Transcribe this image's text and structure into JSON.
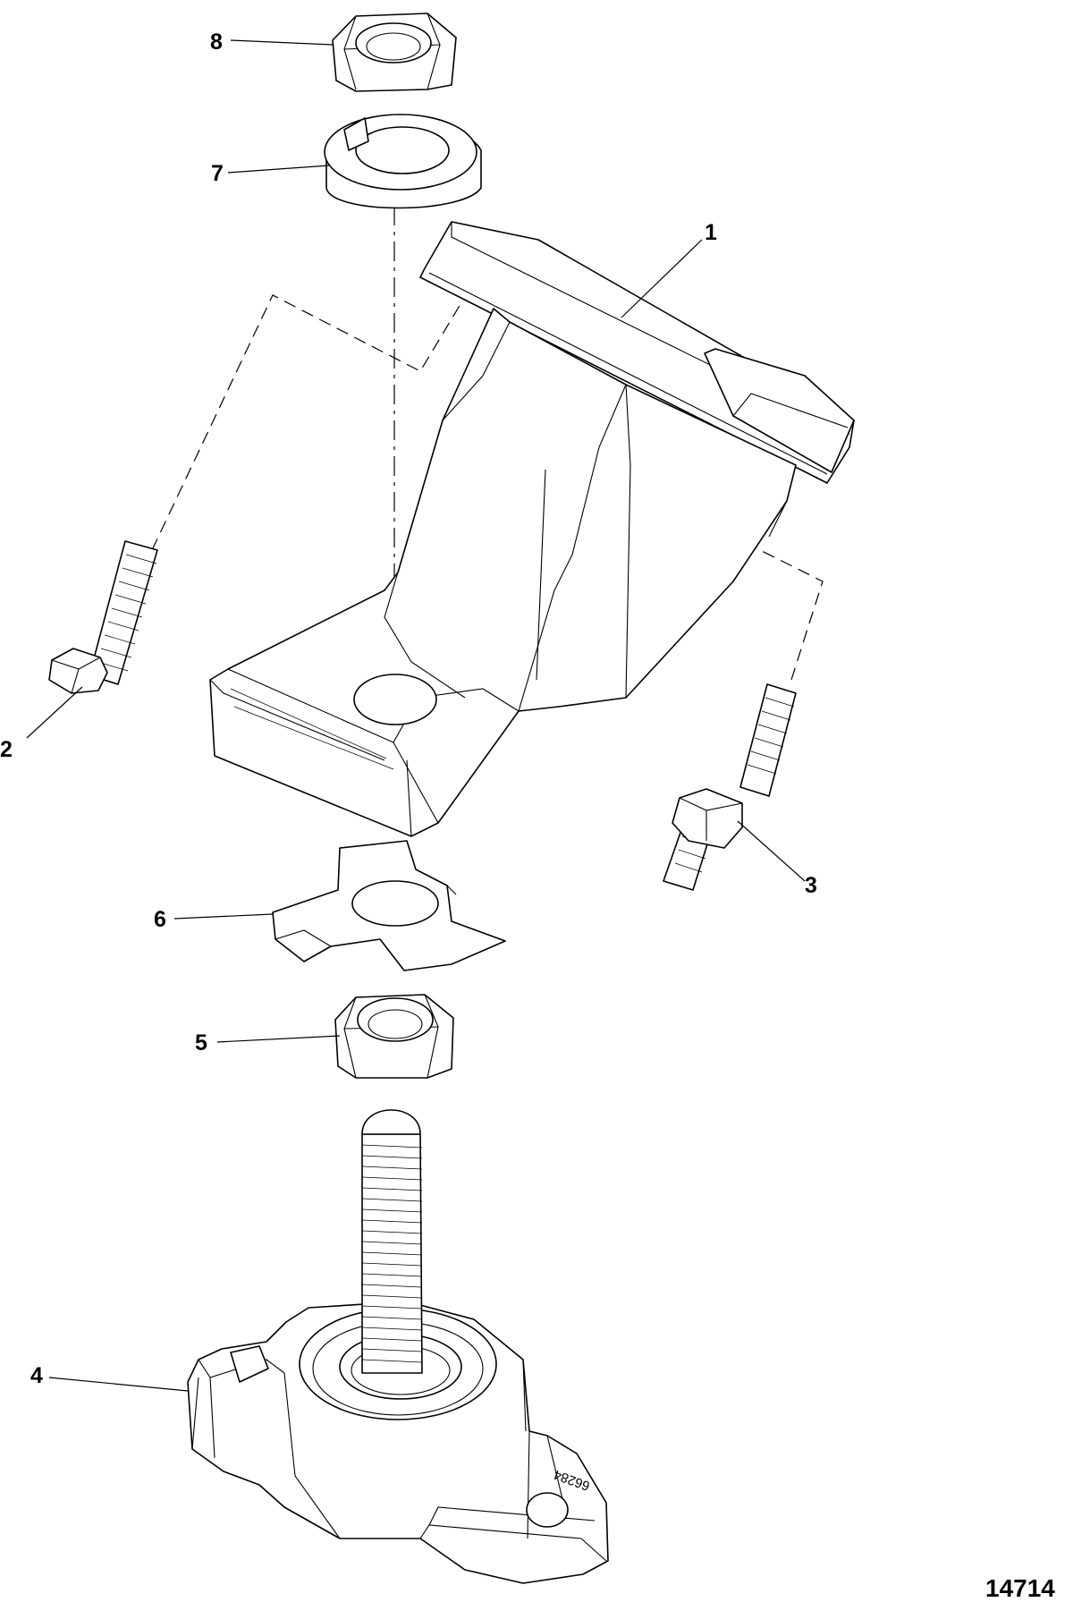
{
  "figure_number": "14714",
  "mount_marking": "66284",
  "callouts": [
    {
      "id": "1",
      "label": "1"
    },
    {
      "id": "2",
      "label": "2"
    },
    {
      "id": "3",
      "label": "3"
    },
    {
      "id": "4",
      "label": "4"
    },
    {
      "id": "5",
      "label": "5"
    },
    {
      "id": "6",
      "label": "6"
    },
    {
      "id": "7",
      "label": "7"
    },
    {
      "id": "8",
      "label": "8"
    }
  ]
}
